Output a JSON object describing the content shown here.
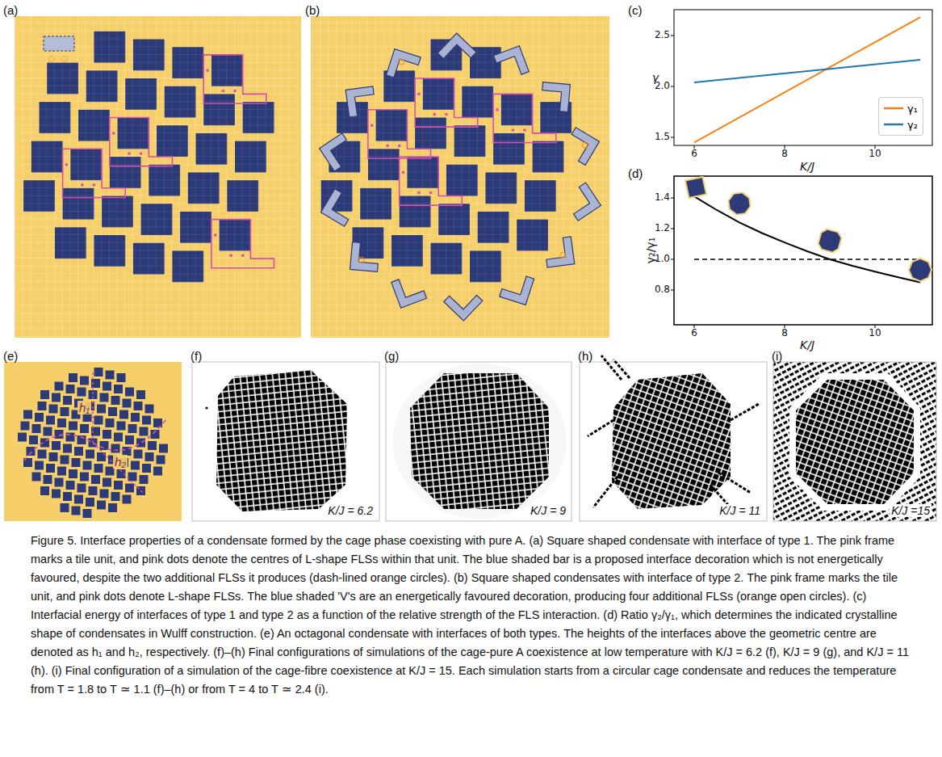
{
  "diagram": {
    "caption": "Figure 5. Interface properties of a condensate formed by the cage phase coexisting with pure A. (a) Square shaped condensate with interface of type 1. The pink frame marks a tile unit, and pink dots denote the centres of L-shape FLSs within that unit. The blue shaded bar is a proposed interface decoration which is not energetically favoured, despite the two additional FLSs it produces (dash-lined orange circles). (b) Square shaped condensates with interface of type 2. The pink frame marks the tile unit, and pink dots denote L-shape FLSs. The blue shaded 'V's are an energetically favoured decoration, producing four additional FLSs (orange open circles). (c) Interfacial energy of interfaces of type 1 and type 2 as a function of the relative strength of the FLS interaction. (d) Ratio γ₂/γ₁, which determines the indicated crystalline shape of condensates in Wulff construction. (e) An octagonal condensate with interfaces of both types. The heights of the interfaces above the geometric centre are denoted as h₁ and h₂, respectively. (f)–(h) Final configurations of simulations of the cage-pure A coexistence at low temperature with K/J = 6.2 (f), K/J = 9 (g), and K/J = 11 (h). (i) Final configuration of a simulation of the cage-fibre coexistence at K/J = 15. Each simulation starts from a circular cage condensate and reduces the temperature from T = 1.8 to T ≃ 1.1 (f)–(h) or from T = 4 to T ≃ 2.4 (i).",
    "labels": [
      "(a)",
      "(b)",
      "(c)",
      "γ",
      "2.5",
      "2.0",
      "1.5",
      "6",
      "8",
      "10",
      "K/J",
      "(d)",
      "γ₂/γ₁",
      "1.4",
      "1.2",
      "1.0",
      "0.8",
      "6",
      "8",
      "10",
      "K/J",
      "(e)",
      "h₁",
      "h₂",
      "(f)",
      "K/J = 6.2",
      "(g)",
      "K/J = 9",
      "(h)",
      "K/J = 11",
      "(i)",
      "K/J =15"
    ],
    "legend": [
      {
        "text": "γ₁",
        "color": "#ff7f0e"
      },
      {
        "text": "γ₂",
        "color": "#1f77b4"
      }
    ]
  }
}
